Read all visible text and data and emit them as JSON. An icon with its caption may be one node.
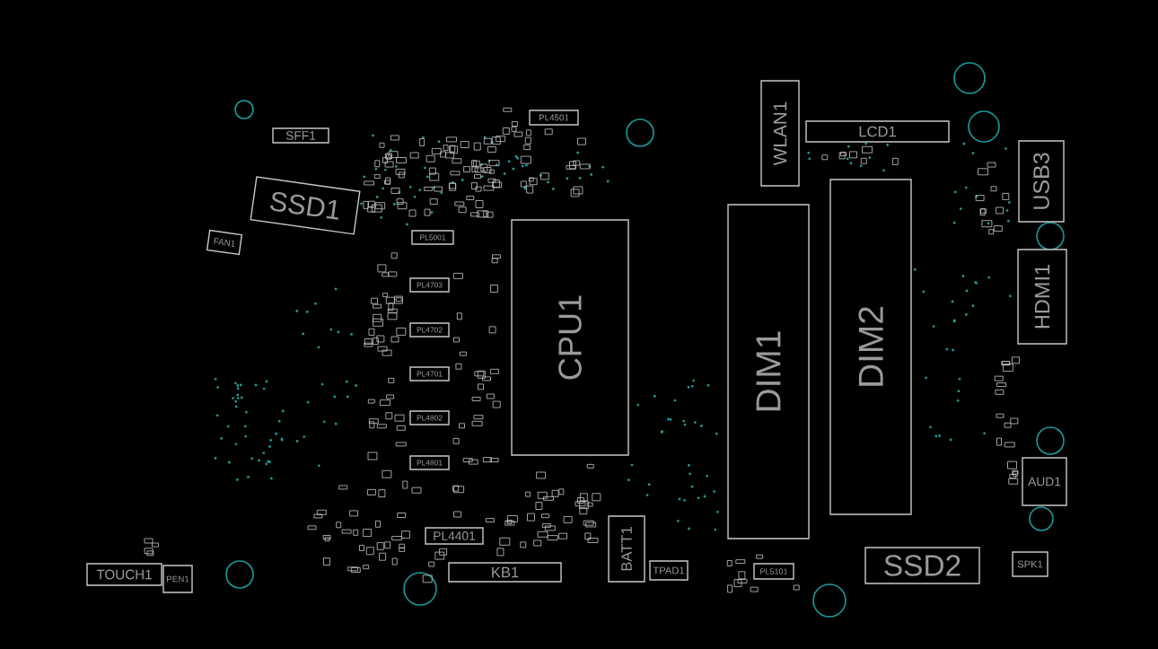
{
  "diagram": {
    "nodes": [
      {
        "text": [
          "SFF1"
        ]
      },
      {
        "text": [
          "SSD1"
        ]
      },
      {
        "text": [
          "FAN1"
        ]
      },
      {
        "text": [
          "PL4501"
        ]
      },
      {
        "text": [
          "PL5001"
        ]
      },
      {
        "text": [
          "PL4703"
        ]
      },
      {
        "text": [
          "PL4702"
        ]
      },
      {
        "text": [
          "PL4701"
        ]
      },
      {
        "text": [
          "PL4802"
        ]
      },
      {
        "text": [
          "PL4801"
        ]
      },
      {
        "text": [
          "CPU1"
        ]
      },
      {
        "text": [
          "DIM1"
        ]
      },
      {
        "text": [
          "DIM2"
        ]
      },
      {
        "text": [
          "WLAN1"
        ]
      },
      {
        "text": [
          "LCD1"
        ]
      },
      {
        "text": [
          "USB3"
        ]
      },
      {
        "text": [
          "HDMI1"
        ]
      },
      {
        "text": [
          "AUD1"
        ]
      },
      {
        "text": [
          "SPK1"
        ]
      },
      {
        "text": [
          "SSD2"
        ]
      },
      {
        "text": [
          "PL5101"
        ]
      },
      {
        "text": [
          "TPAD1"
        ]
      },
      {
        "text": [
          "BATT1"
        ]
      },
      {
        "text": [
          "KB1"
        ]
      },
      {
        "text": [
          "PL4401"
        ]
      },
      {
        "text": [
          "TOUCH1"
        ]
      },
      {
        "text": [
          "PEN1"
        ]
      }
    ]
  }
}
